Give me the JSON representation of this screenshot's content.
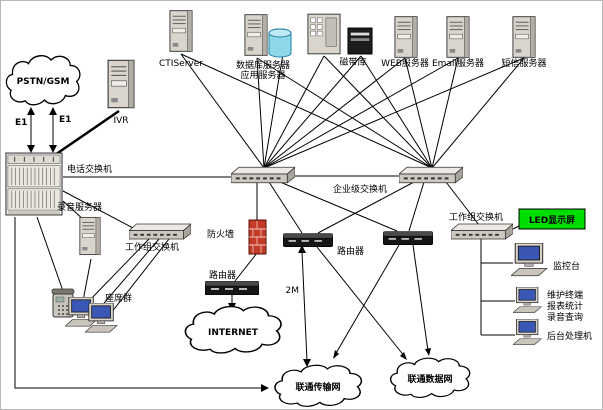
{
  "diagram": {
    "clouds": {
      "pstn": "PSTN/GSM",
      "internet": "INTERNET",
      "unicom_transport": "联通传输网",
      "unicom_data": "联通数据网"
    },
    "servers": {
      "cti": "CTIServer",
      "db_line1": "数据库服务器",
      "db_line2": "应用服务器",
      "tape": "磁带库",
      "web": "WEB服务器",
      "email": "Email服务器",
      "sms": "短信服务器",
      "ivr": "IVR",
      "recording": "录音服务器"
    },
    "switches": {
      "pbx": "电话交换机",
      "enterprise": "企业级交换机",
      "workgroup_left": "工作组交换机",
      "workgroup_right": "工作组交换机"
    },
    "network": {
      "firewall": "防火墙",
      "router_left": "路由器",
      "router_mid": "路由器",
      "e1_left": "E1",
      "e1_right": "E1",
      "bandwidth": "2M"
    },
    "terminals": {
      "agents": "座席群",
      "led": "LED显示屏",
      "console": "监控台",
      "maint_line1": "维护终端",
      "maint_line2": "报表统计",
      "maint_line3": "录音查询",
      "backend": "后台处理机"
    },
    "colors": {
      "led_bg": "#00dd00",
      "firewall": "#c23a28",
      "cylinder": "#8fd8ec",
      "line": "#000000"
    }
  }
}
